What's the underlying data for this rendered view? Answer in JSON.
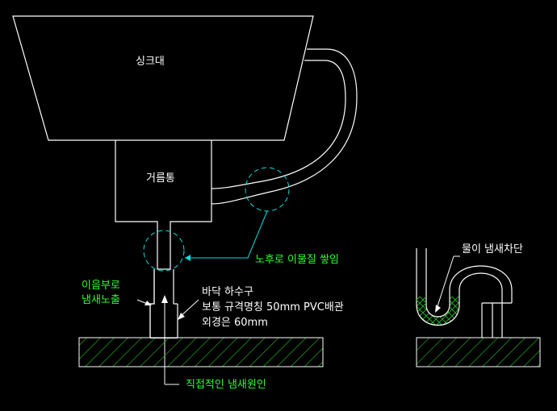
{
  "labels": {
    "sink": "싱크대",
    "filter_bin": "거름통",
    "foreign_buildup": "노후로 이물질 쌓임",
    "joint_odor": [
      "이음부로",
      "냄새노출"
    ],
    "floor_drain": [
      "바닥 하수구",
      "보통 규격명칭 50mm PVC배관",
      "외경은 60mm"
    ],
    "direct_cause": "직접적인 냄새원인",
    "water_seal": "물이 냄새차단"
  },
  "colors": {
    "background": "#000000",
    "line": "#ffffff",
    "annotation": "#2bff2b",
    "leader": "#00e0e0",
    "hatch": "#1fa81f",
    "water": "#1fa81f"
  }
}
